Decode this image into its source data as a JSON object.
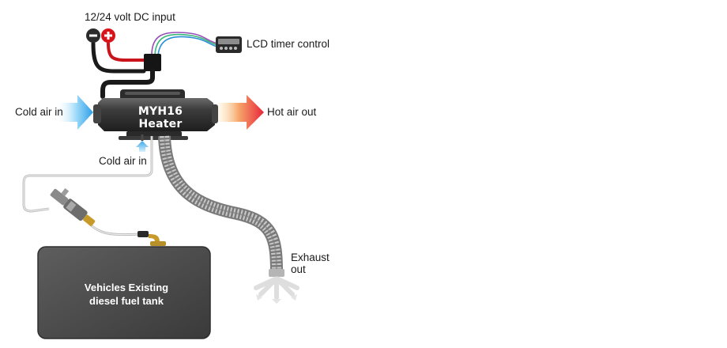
{
  "labels": {
    "dc_input": "12/24 volt DC input",
    "timer": "LCD timer control",
    "cold_air_in_left": "Cold air in",
    "hot_air_out": "Hot air out",
    "cold_air_in_bottom": "Cold air in",
    "exhaust_line1": "Exhaust",
    "exhaust_line2": "out",
    "heater_name": "MYH16 Heater",
    "tank_line1": "Vehicles Existing",
    "tank_line2": "diesel fuel tank"
  },
  "terminals": {
    "negative_symbol": "−",
    "positive_symbol": "+"
  },
  "colors": {
    "negative_terminal": "#2b2b2b",
    "positive_terminal": "#d7141a",
    "cold_air": "#3aa7e8",
    "hot_air": "#e8283a",
    "heater_body": "#3b3b3b",
    "tank": "#4a4a4a",
    "wire_red": "#c8141a",
    "wire_black": "#1a1a1a",
    "wire_blue": "#2a8fd6",
    "wire_green": "#3cb878",
    "wire_purple": "#9a4fb8"
  }
}
